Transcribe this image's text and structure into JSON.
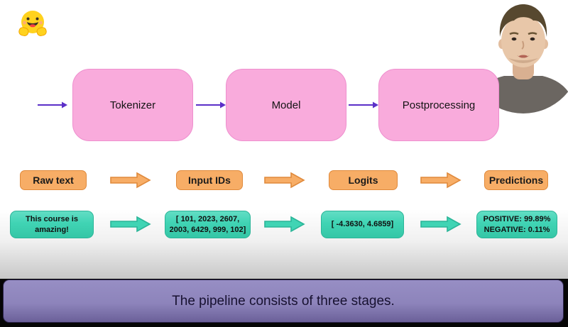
{
  "logo": {
    "name": "hugging-face-logo"
  },
  "pipeline": {
    "stages": [
      {
        "label": "Tokenizer"
      },
      {
        "label": "Model"
      },
      {
        "label": "Postprocessing"
      }
    ]
  },
  "flow": {
    "labels": [
      "Raw text",
      "Input IDs",
      "Logits",
      "Predictions"
    ],
    "values": [
      {
        "line1": "This course is",
        "line2": "amazing!"
      },
      {
        "line1": "[ 101, 2023, 2607,",
        "line2": "2003, 6429, 999, 102]"
      },
      {
        "line1": "[ -4.3630, 4.6859]",
        "line2": ""
      },
      {
        "line1": "POSITIVE: 99.89%",
        "line2": "NEGATIVE: 0.11%"
      }
    ]
  },
  "caption": {
    "text": "The pipeline consists of three stages."
  },
  "webcam": {
    "description": "presenter-video-circle"
  },
  "colors": {
    "pink": "#f9abdc",
    "pinkBorder": "#ee8fce",
    "purpleArrow": "#5b2fc8",
    "orange": "#f7ad66",
    "orangeBorder": "#e08a3c",
    "teal": "#40d4b4",
    "tealBorder": "#2bb598",
    "captionDeep": "#6b6099",
    "captionOutline": "#2b234a",
    "captionText": "#171130"
  }
}
